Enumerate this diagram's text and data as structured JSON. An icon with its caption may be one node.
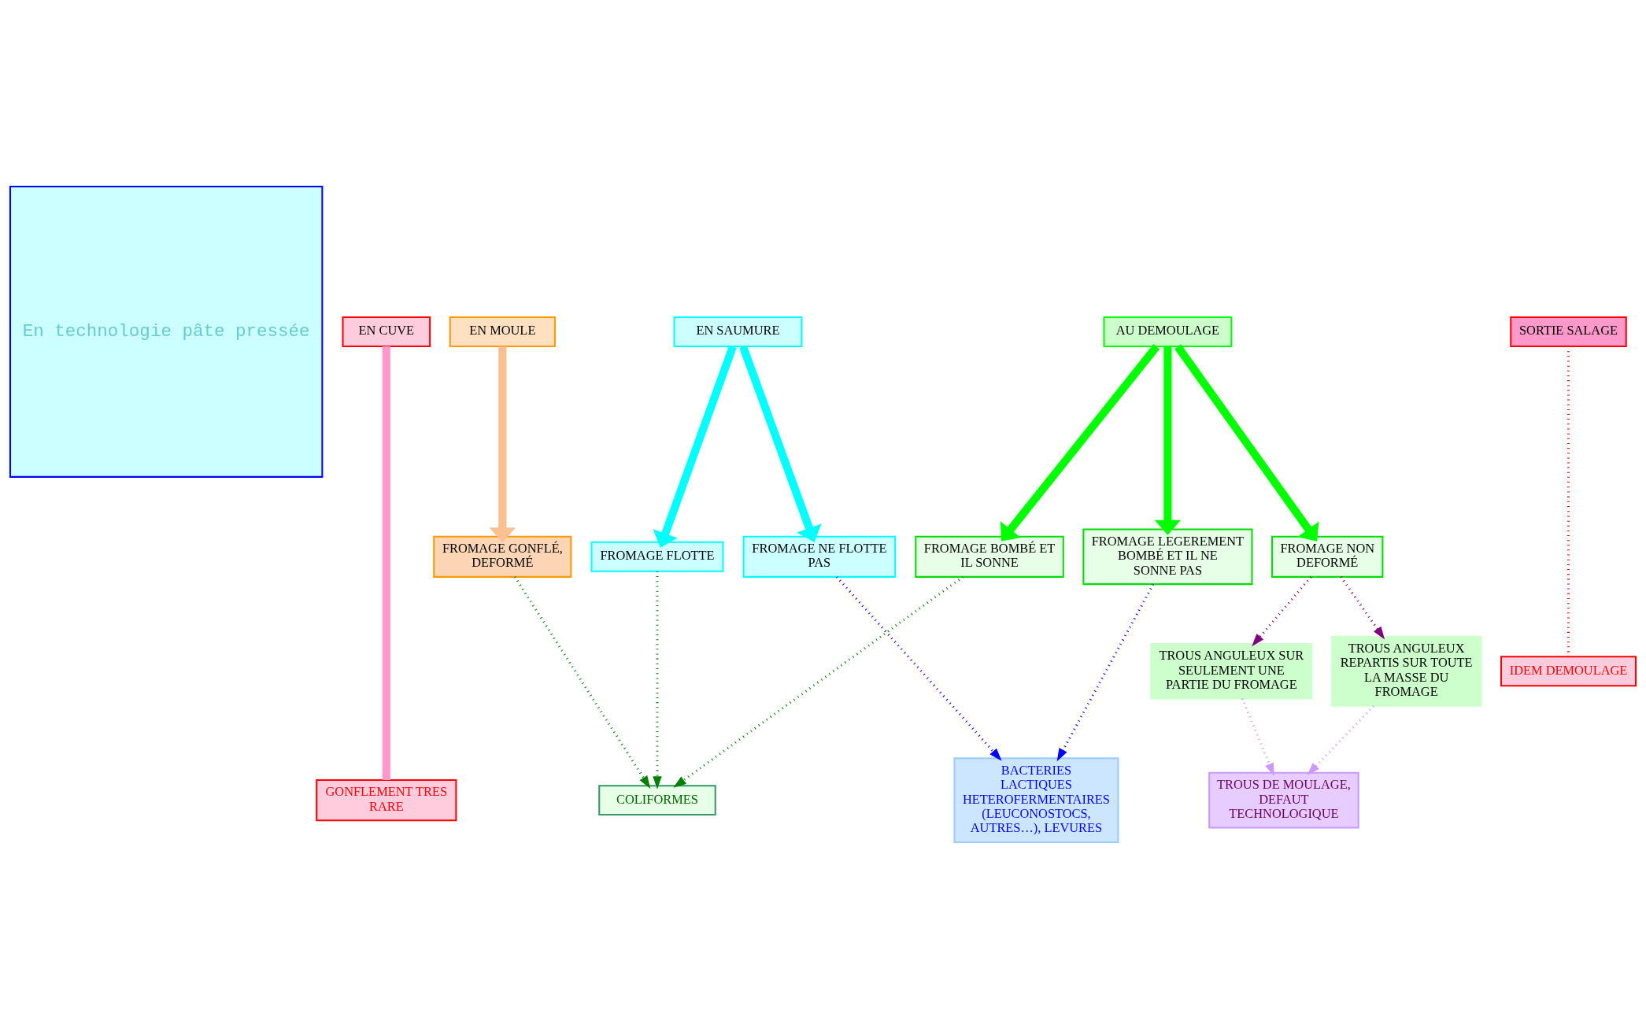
{
  "diagram": {
    "nodes": [
      {
        "text": [
          "En technologie pâte pressée"
        ]
      },
      {
        "text": [
          "EN CUVE"
        ]
      },
      {
        "text": [
          "EN MOULE"
        ]
      },
      {
        "text": [
          "AU DEMOULAGE"
        ]
      },
      {
        "text": [
          "EN SAUMURE"
        ]
      },
      {
        "text": [
          "SORTIE SALAGE"
        ]
      },
      {
        "text": [
          "FROMAGE GONFLÉ, DEFORMÉ"
        ]
      },
      {
        "text": [
          "FROMAGE NON DEFORMÉ"
        ]
      },
      {
        "text": [
          "FROMAGE BOMBÉ ET IL SONNE"
        ]
      },
      {
        "text": [
          "FROMAGE LEGEREMENT BOMBÉ ET IL NE SONNE PAS"
        ]
      },
      {
        "text": [
          "FROMAGE FLOTTE"
        ]
      },
      {
        "text": [
          "FROMAGE NE FLOTTE PAS"
        ]
      },
      {
        "text": [
          "IDEM DEMOULAGE"
        ]
      },
      {
        "text": [
          "TROUS ANGULEUX REPARTIS SUR TOUTE LA MASSE DU FROMAGE"
        ]
      },
      {
        "text": [
          "TROUS ANGULEUX SUR SEULEMENT UNE PARTIE DU FROMAGE"
        ]
      },
      {
        "text": [
          "GONFLEMENT TRES RARE"
        ]
      },
      {
        "text": [
          "COLIFORMES"
        ]
      },
      {
        "text": [
          "TROUS DE MOULAGE, DEFAUT TECHNOLOGIQUE"
        ]
      },
      {
        "text": [
          "BACTERIES LACTIQUES HETEROFERMENTAIRES (LEUCONOSTOCS, AUTRES…), LEVURES"
        ]
      }
    ],
    "edges": [
      {
        "from": 1,
        "to": 15,
        "arrow": "none",
        "style": "thick",
        "color": "#ff99cc"
      },
      {
        "from": 2,
        "to": 6,
        "arrow": "to",
        "style": "thick",
        "color": "#fac090"
      },
      {
        "from": 3,
        "to": 7,
        "arrow": "to",
        "style": "thick",
        "color": "#00ff00"
      },
      {
        "from": 3,
        "to": 8,
        "arrow": "to",
        "style": "thick",
        "color": "#00ff00"
      },
      {
        "from": 3,
        "to": 9,
        "arrow": "to",
        "style": "thick",
        "color": "#00ff00"
      },
      {
        "from": 4,
        "to": 10,
        "arrow": "to",
        "style": "thick",
        "color": "#00ffff"
      },
      {
        "from": 4,
        "to": 11,
        "arrow": "to",
        "style": "thick",
        "color": "#00ffff"
      },
      {
        "from": 5,
        "to": 12,
        "arrow": "none",
        "style": "dashed",
        "color": "#ff0000"
      },
      {
        "from": 6,
        "to": 16,
        "arrow": "to",
        "style": "dashed",
        "color": "#008000"
      },
      {
        "from": 8,
        "to": 16,
        "arrow": "to",
        "style": "dashed",
        "color": "#008000"
      },
      {
        "from": 7,
        "to": 13,
        "arrow": "to",
        "style": "dashed",
        "color": "#800080"
      },
      {
        "from": 7,
        "to": 14,
        "arrow": "to",
        "style": "dashed",
        "color": "#800080"
      },
      {
        "from": 10,
        "to": 16,
        "arrow": "to",
        "style": "dashed",
        "color": "#008000"
      },
      {
        "from": 13,
        "to": 17,
        "arrow": "to",
        "style": "dashed",
        "color": "#cc99ff"
      },
      {
        "from": 14,
        "to": 17,
        "arrow": "to",
        "style": "dashed",
        "color": "#cc99ff"
      },
      {
        "from": 9,
        "to": 18,
        "arrow": "to",
        "style": "dashed",
        "color": "#0000ff"
      },
      {
        "from": 11,
        "to": 18,
        "arrow": "to",
        "style": "dashed",
        "color": "#0000ff"
      }
    ]
  }
}
